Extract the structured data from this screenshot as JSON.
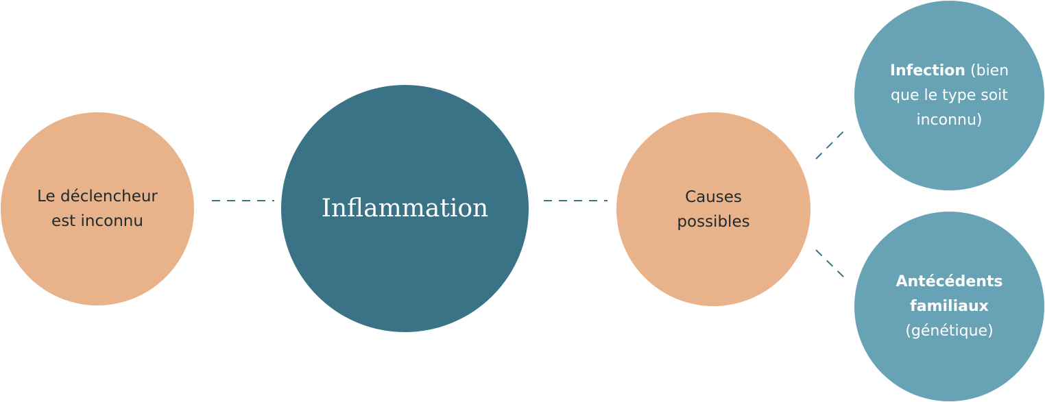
{
  "nodes": {
    "trigger": {
      "line1": "Le déclencheur",
      "line2": "est inconnu"
    },
    "inflammation": {
      "label": "Inflammation"
    },
    "causes": {
      "line1": "Causes",
      "line2": "possibles"
    },
    "infection": {
      "bold": "Infection",
      "rest1": " (bien",
      "line2": "que le type soit",
      "line3": "inconnu)"
    },
    "antecedents": {
      "bold1": "Antécédents",
      "bold2": "familiaux",
      "line3": "(génétique)"
    }
  },
  "colors": {
    "peach": "#e8b28a",
    "teal_dark": "#3a7385",
    "teal_light": "#67a3b5",
    "connector": "#3a7385"
  }
}
